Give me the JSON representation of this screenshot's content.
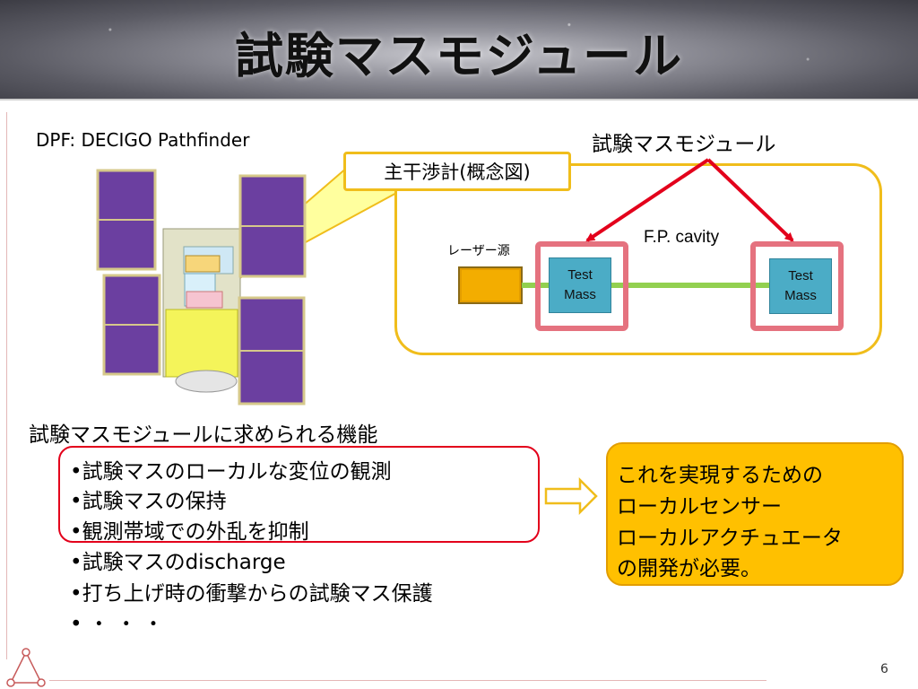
{
  "slide": {
    "title": "試験マスモジュール",
    "page_number": "6"
  },
  "satellite": {
    "caption": "DPF: DECIGO Pathfinder"
  },
  "diagram": {
    "module_label": "試験マスモジュール",
    "callout": "主干渉計(概念図)",
    "laser_label": "レーザー源",
    "cavity_label": "F.P. cavity",
    "test_mass_left": {
      "line1": "Test",
      "line2": "Mass"
    },
    "test_mass_right": {
      "line1": "Test",
      "line2": "Mass"
    }
  },
  "requirements": {
    "heading": "試験マスモジュールに求められる機能",
    "items": [
      "•試験マスのローカルな変位の観測",
      "•試験マスの保持",
      "•観測帯域での外乱を抑制",
      "•試験マスのdischarge",
      "•打ち上げ時の衝撃からの試験マス保護",
      "• ・ ・ ・"
    ]
  },
  "conclusion": {
    "lines": [
      "これを実現するための",
      "ローカルセンサー",
      "ローカルアクチュエータ",
      "の開発が必要。"
    ]
  },
  "colors": {
    "accent_yellow": "#f0bd1b",
    "test_mass": "#4bacc6",
    "frame_pink": "#e5727f",
    "beam_green": "#92d050",
    "arrow_red": "#e3001b",
    "panel_purple": "#6b3fa0"
  },
  "icons": {
    "corner_logo": "triangle-network-icon",
    "arrow": "hollow-right-arrow-icon"
  }
}
